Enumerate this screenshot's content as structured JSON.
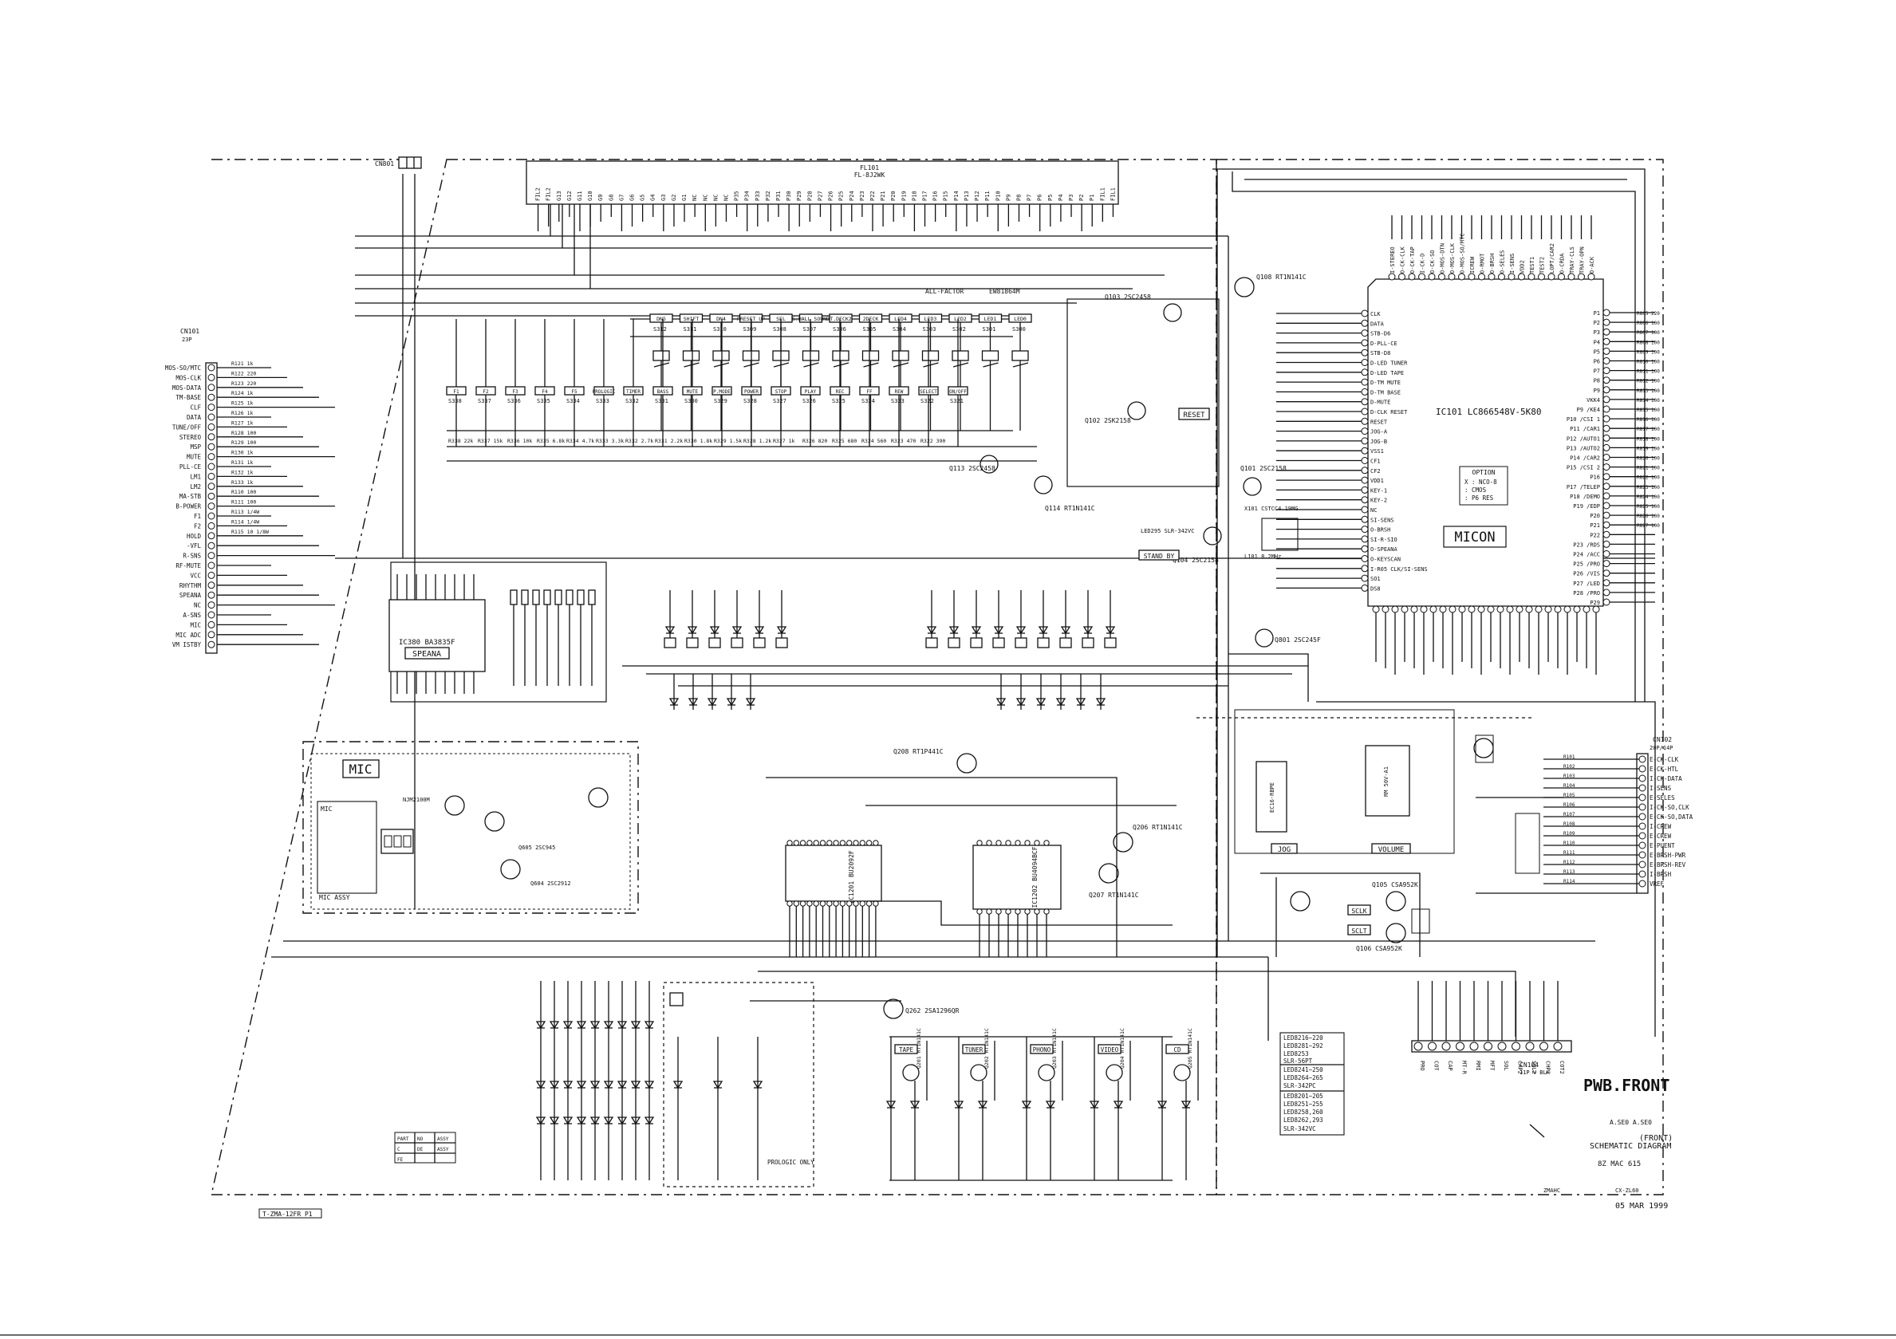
{
  "page": {
    "title": "PWB.FRONT",
    "subtitle_a": "SCHEMATIC DIAGRAM",
    "subtitle_b": "(FRONT)",
    "drawing_code": "8Z MAC 615",
    "ref_a": "A.SE0  A.SE0",
    "ref_model": "ZMAHC",
    "ref_sheet": "CX-ZL60",
    "date": "05 MAR 1999",
    "part_no": "T-ZMA-12FR P1"
  },
  "ics": {
    "micon_ref": "IC101 LC866548V-5K80",
    "micon_name": "MICON",
    "option_title": "OPTION",
    "option_lines": [
      "X : NCO-8",
      "  : CMOS",
      "  : P6 RES"
    ],
    "fl_ref": "FL101",
    "fl_part": "FL-8J2WK",
    "speana_ref": "IC380 BA3835F",
    "speana_name": "SPEANA",
    "ic1201": "IC1201 BU2092F",
    "ic1202": "IC1202 BU4094BCF",
    "mic_box": "MIC",
    "mic_ic": "NJM2100M",
    "all_factor": "ALL-FACTOR",
    "ew_code": "EW81864M"
  },
  "connectors": {
    "cn101": {
      "ref": "CN101",
      "type": "23P",
      "pins": [
        "MOS-SO/MTC",
        "MOS-CLK",
        "MOS-DATA",
        "TM-BASE",
        "CLF",
        "DATA",
        "TUNE/OFF",
        "STEREO",
        "MSP",
        "MUTE",
        "PLL-CE",
        "LM1",
        "LM2",
        "MA-STB",
        "B-POWER",
        "F1",
        "F2",
        "HOLD",
        "-VFL",
        "R-SNS",
        "RF-MUTE",
        "VCC",
        "RHYTHM"
      ]
    },
    "cn101_extra": [
      "SPEANA",
      "NC",
      "A-SNS",
      "MIC",
      "MIC ADC",
      "VM ISTBY"
    ],
    "cn102": {
      "ref": "CN102",
      "type": "20P/14P",
      "pins": [
        "E-CK-CLK",
        "E-CK-HTL",
        "I-CK-DATA",
        "I-SENS",
        "E-SELES",
        "I-CK-SO,CLK",
        "E-CK-SO,DATA",
        "I-CREW",
        "E-CREW",
        "E-PUENT",
        "E-BRSH-PWR",
        "E-BRSH-REV",
        "I-BRSH",
        "VREF"
      ]
    },
    "cn104": {
      "ref": "CN104",
      "type": "11P V BLK",
      "pins": [
        "PRO",
        "COT",
        "CAP",
        "MT-R",
        "RMI",
        "MFT",
        "SOL",
        "CAP2",
        "SQL2",
        "CHP1",
        "COT2"
      ]
    },
    "cn801": "CN801"
  },
  "fl_pins": [
    "FIL2",
    "FIL2",
    "G13",
    "G12",
    "G11",
    "G10",
    "G9",
    "G8",
    "G7",
    "G6",
    "G5",
    "G4",
    "G3",
    "G2",
    "G1",
    "NC",
    "NC",
    "NC",
    "NC",
    "P35",
    "P34",
    "P33",
    "P32",
    "P31",
    "P30",
    "P29",
    "P28",
    "P27",
    "P26",
    "P25",
    "P24",
    "P23",
    "P22",
    "P21",
    "P20",
    "P19",
    "P18",
    "P17",
    "P16",
    "P15",
    "P14",
    "P13",
    "P12",
    "P11",
    "P10",
    "P9",
    "P8",
    "P7",
    "P6",
    "P5",
    "P4",
    "P3",
    "P2",
    "P1",
    "FIL1",
    "FIL1"
  ],
  "micon_left_pins": [
    "CLK",
    "DATA",
    "STB-D6",
    "D-PLL-CE",
    "STB-D8",
    "D-LED TUNER",
    "D-LED TAPE",
    "D-TM MUTE",
    "D-TM BASE",
    "D-MUTE",
    "D-CLK RESET",
    "RESET",
    "JOG-A",
    "JOG-B",
    "VSS1",
    "CF1",
    "CF2",
    "VDD1",
    "KEY-1",
    "KEY-2",
    "NC",
    "SI-SENS",
    "O-BRSH",
    "SI-R-SIO",
    "O-SPEANA",
    "O-KEYSCAN",
    "I-R05 CLK/SI-SENS",
    "SO1",
    "DS8"
  ],
  "micon_right_pins": [
    "P1",
    "P2",
    "P3",
    "P4",
    "P5",
    "P6",
    "P7",
    "P8",
    "P9",
    "VKK4",
    "P9 /KE4",
    "P10 /CSI 1",
    "P11 /CAR1",
    "P12 /AUTO1",
    "P13 /AUTO2",
    "P14 /CAR2",
    "P15 /CSI 2",
    "P16",
    "P17 /TELEP",
    "P18 /DEMO",
    "P19 /EDP",
    "P20",
    "P21",
    "P22",
    "P23 /RDS",
    "P24 /ACC",
    "P25 /PRO",
    "P26 /VIS",
    "P27 /LED",
    "P28 /PRO",
    "P29"
  ],
  "micon_top_pins": [
    "I-STEREO",
    "O-CK-CLK",
    "O-CK-TAP",
    "I-CK-D",
    "O-CK-SO",
    "O-MOS-DTN",
    "O-MOS-CLK",
    "O-MOS-SO/MTC",
    "ICREW",
    "O-RMOT",
    "O-BRSH",
    "O-SELES",
    "I-SENS",
    "VDD2",
    "TEST1",
    "TEST2",
    "LOPT/CAR2",
    "O-CRDA",
    "TRAY-CLS",
    "TRAY-OPN",
    "O-ACK"
  ],
  "micon_right_res": [
    "R805 220",
    "R806 100",
    "R807 100",
    "R808 100",
    "R809 100",
    "R810 100",
    "R811 100",
    "R812 100",
    "R813 100",
    "R814 100",
    "R815 100",
    "R816 100",
    "R817 100",
    "R818 100",
    "R819 100",
    "R820 100",
    "R821 100",
    "R822 100",
    "R823 100",
    "R824 100",
    "R825 100",
    "R826 100",
    "R827 100"
  ],
  "cn101_res": [
    "R121 1k",
    "R122 220",
    "R123 220",
    "R124 1k",
    "R125 1k",
    "R126 1k",
    "R127 1k",
    "R128 100",
    "R129 100",
    "R130 1k",
    "R131 1k",
    "R132 1k",
    "R133 1k",
    "R110 100",
    "R111 100",
    "R113 1/4W",
    "R114 1/4W",
    "R115 10 1/8W"
  ],
  "key_switches_top": [
    "S312",
    "S311",
    "S310",
    "S309",
    "S308",
    "S307",
    "S306",
    "S305",
    "S304",
    "S303",
    "S302",
    "S301",
    "S300"
  ],
  "key_labels_top": [
    "DN5",
    "SHIFT",
    "DN4",
    "PRESET UP",
    "SEL",
    "S.HALL SOUND",
    "T.DECK2",
    "2DECK",
    "LED4",
    "LED3",
    "LED2",
    "LED1",
    "LED0"
  ],
  "key_switches_bottom": [
    "S338",
    "S337",
    "S336",
    "S335",
    "S334",
    "S333",
    "S332",
    "S331",
    "S330",
    "S329",
    "S328",
    "S327",
    "S326",
    "S325",
    "S324",
    "S323",
    "S322",
    "S321"
  ],
  "key_labels_bottom": [
    "F1",
    "F2",
    "F3",
    "F4",
    "F5",
    "PROLOGIC",
    "TIMER",
    "BASS",
    "MUTE",
    "P.MODE",
    "POWER",
    "STOP",
    "PLAY",
    "REC",
    "FF",
    "REW",
    "SELECT",
    "ON/OFF"
  ],
  "key_res_bottom": [
    "R338 22k",
    "R337 15k",
    "R336 10k",
    "R335 6.8k",
    "R334 4.7k",
    "R333 3.3k",
    "R332 2.7k",
    "R331 2.2k",
    "R330 1.8k",
    "R329 1.5k",
    "R328 1.2k",
    "R327 1k",
    "R326 820",
    "R325 680",
    "R324 560",
    "R323 470",
    "R322 390"
  ],
  "transistors": [
    "Q108 RT1N141C",
    "Q103 2SC2458",
    "Q102 2SK2158",
    "Q101 2SC2158",
    "Q104 2SC2158",
    "Q113 2SC2458",
    "Q114 RT1N141C",
    "Q801 2SC245F",
    "Q208 RT1P441C",
    "Q206 RT1N141C",
    "Q207 RT1N141C",
    "Q262 2SA1296QR",
    "Q605 2SC945",
    "Q604 2SC2912",
    "Q105 CSA952K",
    "Q106 CSA952K",
    "Q201 RT1N141C",
    "Q202 RT1N141C",
    "Q203 RT1N141C",
    "Q204 RT1N141C",
    "Q205 RT1N141C"
  ],
  "labels": {
    "reset": "RESET",
    "stand_by": "STAND BY",
    "jog": "JOG",
    "volume": "VOLUME",
    "mic_in": "MIC",
    "mic_sub": "MIC ASSY",
    "prologic": "PROLOGIC ONLY",
    "led_line": "LED295 SLR-342VC",
    "crystal": "X101 CSTCC4.19MG",
    "crystal2": "L101 8.2MHz",
    "sw_vol": "RM 50V-A1",
    "sw_jog": "EC16-RBPE",
    "sclk": "SCLK",
    "sdi": "SCLT"
  },
  "source_buttons": [
    "TAPE",
    "TUNER",
    "PHONO",
    "VIDEO",
    "CD"
  ],
  "led_table": [
    "LED8216~220",
    "LED8281~292",
    "LED8253",
    "SLR-56PT",
    "LED8241~250",
    "LED8264~265",
    "SLR-342PC",
    "LED8201~205",
    "LED8251~255",
    "LED8258,260",
    "LED8262,293",
    "SLR-342VC"
  ],
  "legend_table": [
    "PART",
    "NO",
    "ASSY",
    "C",
    "DE",
    "ASSY",
    "FE"
  ]
}
